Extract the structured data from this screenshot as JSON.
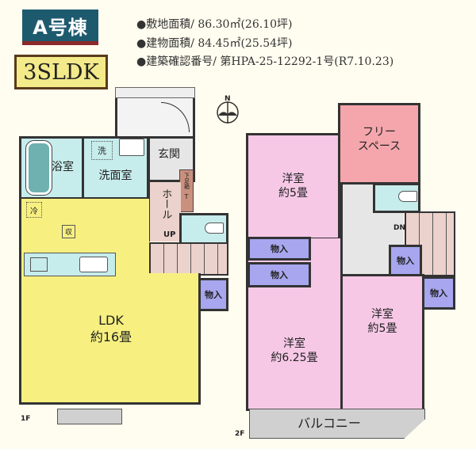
{
  "header": {
    "building": "A号棟",
    "layout_type": "3SLDK"
  },
  "info": {
    "lines": [
      "●敷地面積/ 86.30㎡(26.10坪)",
      "●建物面積/ 84.45㎡(25.54坪)",
      "●建築確認番号/ 第HPA-25-12292-1号(R7.10.23)"
    ]
  },
  "compass": {
    "label": "N"
  },
  "floor1": {
    "label": "1F",
    "rooms": {
      "bath": "浴室",
      "laundry_mark": "洗",
      "washroom": "洗面室",
      "entrance": "玄関",
      "shoe_box": "下足箱",
      "shoe_box_t": "T",
      "hall": "ホール",
      "up": "UP",
      "fridge_mark": "冷",
      "storage_mark": "収",
      "closet": "物入",
      "ldk_name": "LDK",
      "ldk_size": "約16畳"
    }
  },
  "floor2": {
    "label": "2F",
    "rooms": {
      "free_space_1": "フリー",
      "free_space_2": "スペース",
      "western1_name": "洋室",
      "western1_size": "約5畳",
      "western2_name": "洋室",
      "western2_size": "約6.25畳",
      "western3_name": "洋室",
      "western3_size": "約5畳",
      "closet": "物入",
      "down": "DN",
      "balcony": "バルコニー"
    }
  },
  "colors": {
    "ldk": "#f7f080",
    "wet": "#c7ecec",
    "hall": "#ecd2cc",
    "entrance": "#e6e6e6",
    "western": "#f6c8e6",
    "free_space": "#f4a6ac",
    "closet": "#a7a6ee",
    "balcony": "#d0d0d0"
  }
}
